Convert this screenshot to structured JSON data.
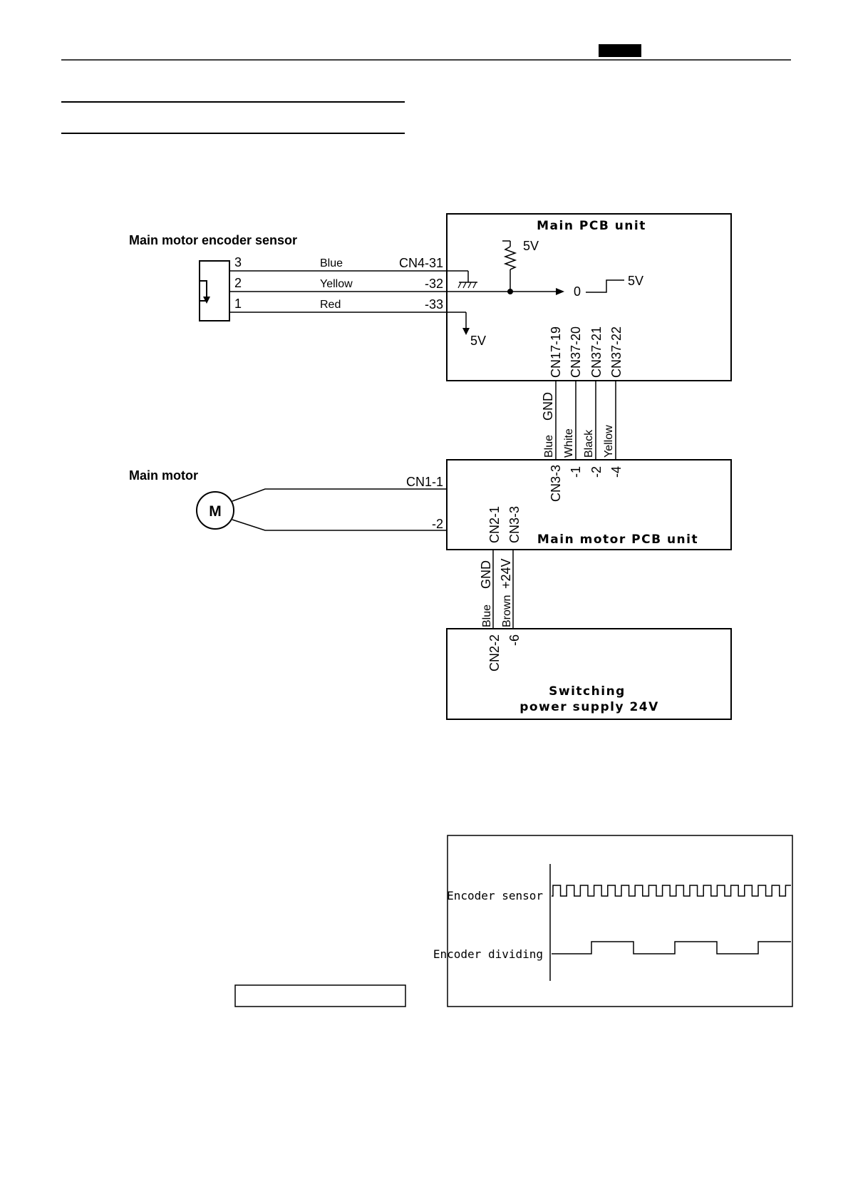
{
  "labels": {
    "encoder_sensor": "Main motor encoder sensor",
    "main_motor": "Main motor",
    "motor_symbol": "M"
  },
  "main_pcb": {
    "title": "Main PCB unit",
    "pullup_voltage": "5V",
    "output_low": "0",
    "output_high": "5V",
    "supply_voltage": "5V",
    "inputs": [
      "CN4-31",
      "-32",
      "-33"
    ],
    "bottom_connectors": [
      "CN17-19",
      "CN37-20",
      "CN37-21",
      "CN37-22"
    ]
  },
  "encoder_pins": [
    {
      "pin": "3",
      "color": "Blue"
    },
    {
      "pin": "2",
      "color": "Yellow"
    },
    {
      "pin": "1",
      "color": "Red"
    }
  ],
  "pcb_link": {
    "gnd": "GND",
    "wire_colors": [
      "Blue",
      "White",
      "Black",
      "Yellow"
    ],
    "motor_pcb_pins": [
      "CN3-3",
      "-1",
      "-2",
      "-4"
    ]
  },
  "motor_pcb": {
    "title": "Main motor PCB unit",
    "motor_pins": [
      "CN1-1",
      "-2"
    ],
    "lower_connectors": [
      "CN2-1",
      "CN3-3"
    ]
  },
  "power_link": {
    "gnd": "GND",
    "plus24": "+24V",
    "wire_colors": [
      "Blue",
      "Brown"
    ],
    "psu_pins": [
      "CN2-2",
      "-6"
    ]
  },
  "psu": {
    "title_line1": "Switching",
    "title_line2": "power supply 24V"
  },
  "timing": {
    "signal1": "Encoder sensor",
    "signal2": "Encoder dividing"
  },
  "colors": {
    "ink": "#000000",
    "paper": "#ffffff"
  }
}
